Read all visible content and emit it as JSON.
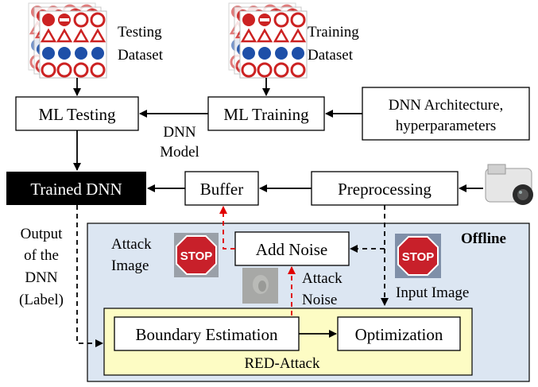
{
  "datasets": {
    "testing": [
      "Testing",
      "Dataset"
    ],
    "training": [
      "Training",
      "Dataset"
    ]
  },
  "boxes": {
    "ml_testing": "ML Testing",
    "ml_training": "ML Training",
    "dnn_architecture": [
      "DNN Architecture,",
      "hyperparameters"
    ],
    "trained_dnn": "Trained DNN",
    "buffer": "Buffer",
    "preprocessing": "Preprocessing",
    "add_noise": "Add Noise",
    "boundary_estimation": "Boundary Estimation",
    "optimization": "Optimization"
  },
  "labels": {
    "dnn_model": [
      "DNN",
      "Model"
    ],
    "output_of_dnn": [
      "Output",
      "of the",
      "DNN",
      "(Label)"
    ],
    "offline": "Offline",
    "attack_image": [
      "Attack",
      "Image"
    ],
    "attack_noise": [
      "Attack",
      "Noise"
    ],
    "input_image": "Input Image",
    "red_attack": "RED-Attack",
    "stop_sign": "STOP",
    "sign_stop_small": "STOP"
  },
  "colors": {
    "offline_fill": "#dce6f2",
    "red_attack_fill": "#fdfcc4",
    "trained_dnn_fill": "#000000",
    "attack_arrow": "#e00000",
    "stop_red": "#c8202a"
  }
}
